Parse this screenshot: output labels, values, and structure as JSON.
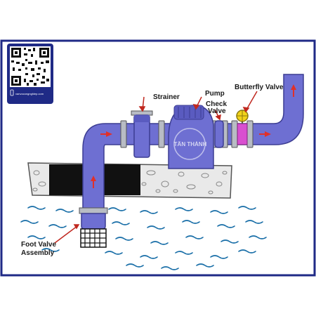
{
  "labels": {
    "strainer": "Strainer",
    "pump": "Pump",
    "check_valve_line1": "Check",
    "check_valve_line2": "Valve",
    "butterfly_valve": "Butterfly Valve",
    "foot_valve_line1": "Foot Valve",
    "foot_valve_line2": "Assembly"
  },
  "branding": {
    "watermark": "TÂN THÀNH",
    "qr_caption": "vanvocongnghiep.com"
  },
  "colors": {
    "pipe": "#6e6fd2",
    "pipe_dark": "#4f50b0",
    "flange": "#b8bcc4",
    "frame_border": "#1f2a86",
    "arrow": "#e0302a",
    "water": "#1a6fa8",
    "valve_handle": "#f2d31a",
    "valve_body": "#d94fd0"
  }
}
